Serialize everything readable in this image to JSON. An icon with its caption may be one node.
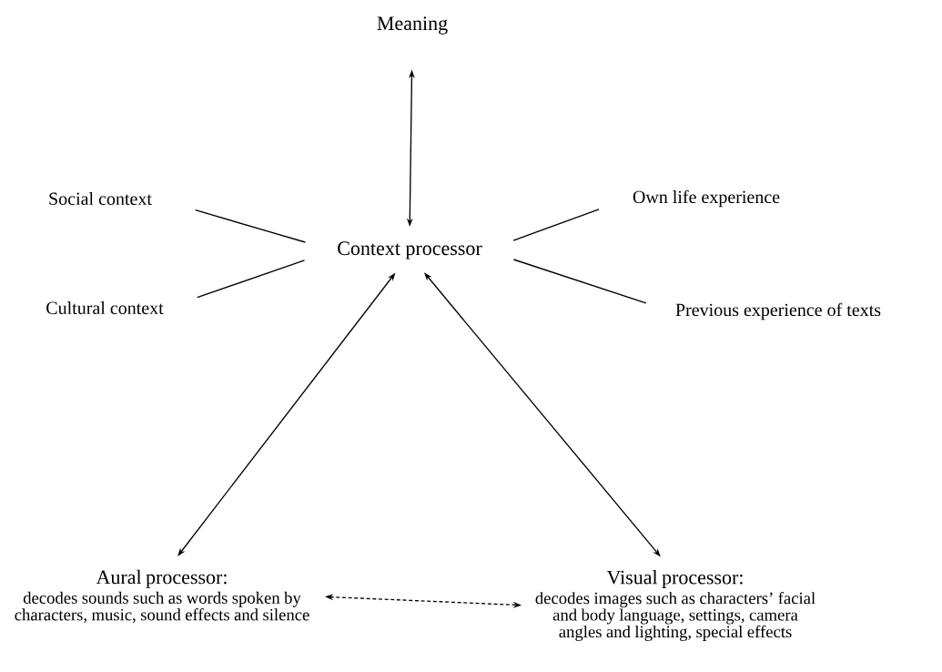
{
  "diagram": {
    "nodes": [
      {
        "text": [
          "Meaning"
        ]
      },
      {
        "text": [
          "Social context"
        ]
      },
      {
        "text": [
          "Own life experience"
        ]
      },
      {
        "text": [
          "Context processor"
        ]
      },
      {
        "text": [
          "Cultural context"
        ]
      },
      {
        "text": [
          "Previous experience of texts"
        ]
      },
      {
        "text": [
          "Aural processor:",
          "decodes sounds such as words spoken by characters, music, sound effects and silence"
        ]
      },
      {
        "text": [
          "Visual processor:",
          "decodes images such as characters’ facial and body language, settings, camera angles and lighting, special effects"
        ]
      }
    ],
    "edges": [
      {
        "from": 0,
        "to": 3,
        "arrow": "both"
      },
      {
        "from": 1,
        "to": 3,
        "arrow": "none"
      },
      {
        "from": 2,
        "to": 3,
        "arrow": "none"
      },
      {
        "from": 4,
        "to": 3,
        "arrow": "none"
      },
      {
        "from": 5,
        "to": 3,
        "arrow": "none"
      },
      {
        "from": 3,
        "to": 6,
        "arrow": "both"
      },
      {
        "from": 3,
        "to": 7,
        "arrow": "both"
      },
      {
        "from": 6,
        "to": 7,
        "arrow": "both",
        "style": "dashed"
      }
    ]
  }
}
